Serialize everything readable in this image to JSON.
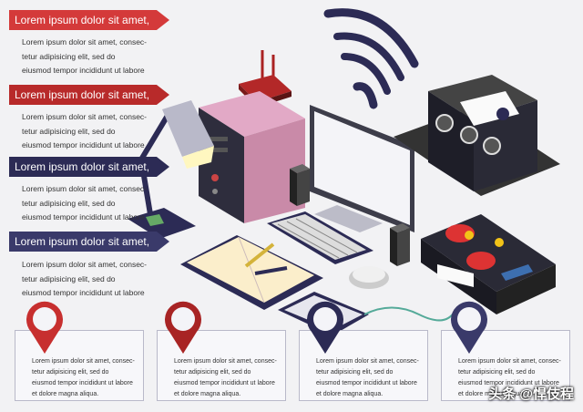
{
  "sections": [
    {
      "title": "Lorem ipsum dolor sit amet,",
      "lines": [
        "Lorem ipsum dolor sit amet, consec-",
        "tetur adipisicing elit, sed do",
        "eiusmod tempor incididunt ut labore"
      ]
    },
    {
      "title": "Lorem ipsum dolor sit amet,",
      "lines": [
        "Lorem ipsum dolor sit amet, consec-",
        "tetur adipisicing elit, sed do",
        "eiusmod tempor incididunt ut labore"
      ]
    },
    {
      "title": "Lorem ipsum dolor sit amet,",
      "lines": [
        "Lorem ipsum dolor sit amet, consec-",
        "tetur adipisicing elit, sed do",
        "eiusmod tempor incididunt ut labore"
      ]
    },
    {
      "title": "Lorem ipsum dolor sit amet,",
      "lines": [
        "Lorem ipsum dolor sit amet, consec-",
        "tetur adipisicing elit, sed do",
        "eiusmod tempor incididunt ut labore"
      ]
    }
  ],
  "cards": [
    {
      "lines": [
        "Lorem ipsum dolor sit amet, consec-",
        "tetur adipisicing elit, sed do",
        "eiusmod tempor incididunt ut labore",
        "et dolore magna aliqua."
      ],
      "pin_color": "#c72f2f"
    },
    {
      "lines": [
        "Lorem ipsum dolor sit amet, consec-",
        "tetur adipisicing elit, sed do",
        "eiusmod tempor incididunt ut labore",
        "et dolore magna aliqua."
      ],
      "pin_color": "#a82424"
    },
    {
      "lines": [
        "Lorem ipsum dolor sit amet, consec-",
        "tetur adipisicing elit, sed do",
        "eiusmod tempor incididunt ut labore",
        "et dolore magna aliqua."
      ],
      "pin_color": "#2c2b55"
    },
    {
      "lines": [
        "Lorem ipsum dolor sit amet, consec-",
        "tetur adipisicing elit, sed do",
        "eiusmod tempor incididunt ut labore",
        "et dolore magna aliqua."
      ],
      "pin_color": "#3a3a6a"
    }
  ],
  "watermark": "头条 @悍伎程",
  "colors": {
    "red": "#d43a3a",
    "dark_red": "#b82a2a",
    "navy": "#2c2b55",
    "slate": "#3a3a6a",
    "pink_case": "#c98aa8",
    "monitor": "#3d3d4a"
  },
  "icons": [
    "wifi-icon",
    "desk-lamp-icon",
    "pc-tower-icon",
    "router-icon",
    "monitor-icon",
    "keyboard-icon",
    "mouse-icon",
    "notebook-icon",
    "speaker-icon",
    "stereo-icon",
    "ping-pong-icon",
    "tablet-icon",
    "phone-icon",
    "map-pin-icon"
  ]
}
